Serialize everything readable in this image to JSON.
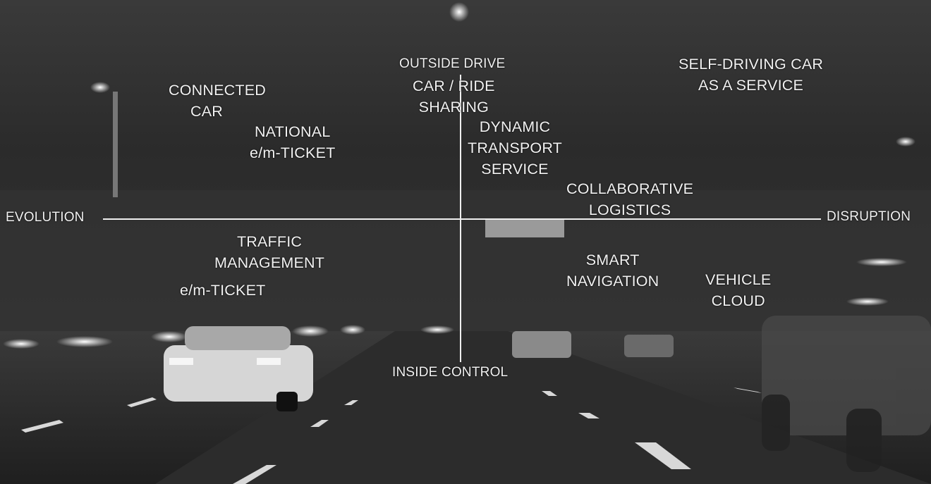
{
  "axes": {
    "top": "OUTSIDE DRIVE",
    "bottom": "INSIDE CONTROL",
    "left": "EVOLUTION",
    "right": "DISRUPTION"
  },
  "items": {
    "connected_car": [
      "CONNECTED",
      "CAR"
    ],
    "national_ticket": [
      "NATIONAL",
      "e/m-TICKET"
    ],
    "car_ride_sharing": [
      "CAR / RIDE",
      "SHARING"
    ],
    "dynamic_transport": [
      "DYNAMIC",
      "TRANSPORT",
      "SERVICE"
    ],
    "self_driving": [
      "SELF-DRIVING CAR",
      "AS A SERVICE"
    ],
    "collab_logistics": [
      "COLLABORATIVE",
      "LOGISTICS"
    ],
    "traffic_management": [
      "TRAFFIC",
      "MANAGEMENT"
    ],
    "em_ticket": [
      "e/m-TICKET"
    ],
    "smart_navigation": [
      "SMART",
      "NAVIGATION"
    ],
    "vehicle_cloud": [
      "VEHICLE",
      "CLOUD"
    ]
  },
  "colors": {
    "sky": "#2e2e2e",
    "road": "#2a2a2a",
    "text": "#f2f2f2"
  }
}
